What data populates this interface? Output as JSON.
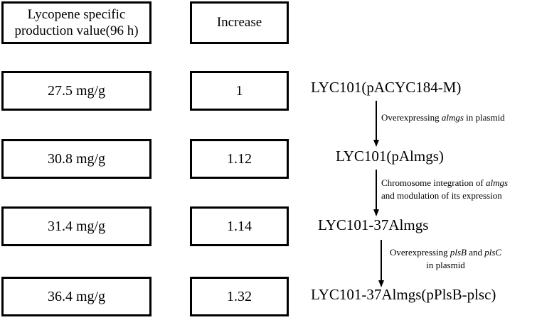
{
  "figure": {
    "title": "Lycopene production strain improvement flow diagram",
    "columns": {
      "value_header_line1": "Lycopene  specific",
      "value_header_line2": "production value(96 h)",
      "increase_header": "Increase"
    },
    "rows": [
      {
        "value": "27.5 mg/g",
        "increase": "1",
        "strain": "LYC101(pACYC184-M)"
      },
      {
        "value": "30.8 mg/g",
        "increase": "1.12",
        "strain": "LYC101(pAlmgs)"
      },
      {
        "value": "31.4 mg/g",
        "increase": "1.14",
        "strain": "LYC101-37Almgs"
      },
      {
        "value": "36.4 mg/g",
        "increase": "1.32",
        "strain": "LYC101-37Almgs(pPlsB-plsc)"
      }
    ],
    "transitions": [
      {
        "line1_pre": "Overexpressing ",
        "line1_gene": "almgs",
        "line1_post": " in plasmid",
        "line2_pre": "",
        "line2_gene": "",
        "line2_post": ""
      },
      {
        "line1_pre": "Chromosome integration of ",
        "line1_gene": "almgs",
        "line1_post": "",
        "line2_pre": "and modulation  of its expression",
        "line2_gene": "",
        "line2_post": ""
      },
      {
        "line1_pre": "Overexpressing ",
        "line1_gene": "plsB",
        "line1_mid": " and ",
        "line1_gene2": "plsC",
        "line1_post": "",
        "line2_pre": "in plasmid",
        "line2_gene": "",
        "line2_post": ""
      }
    ]
  },
  "chart_data": {
    "type": "table",
    "title": "Lycopene specific production value (96 h) and fold increase by strain",
    "columns": [
      "Lycopene specific production value(96 h)",
      "Increase",
      "Strain"
    ],
    "categories": [
      "LYC101(pACYC184-M)",
      "LYC101(pAlmgs)",
      "LYC101-37Almgs",
      "LYC101-37Almgs(pPlsB-plsc)"
    ],
    "series": [
      {
        "name": "Lycopene specific production value (mg/g, 96 h)",
        "values": [
          27.5,
          30.8,
          31.4,
          36.4
        ],
        "unit": "mg/g"
      },
      {
        "name": "Increase (fold)",
        "values": [
          1,
          1.12,
          1.14,
          1.32
        ],
        "unit": "fold"
      }
    ],
    "annotations": [
      "Overexpressing almgs in plasmid",
      "Chromosome integration of almgs and modulation of its expression",
      "Overexpressing plsB and plsC in plasmid"
    ],
    "grid": false,
    "legend": "none"
  }
}
